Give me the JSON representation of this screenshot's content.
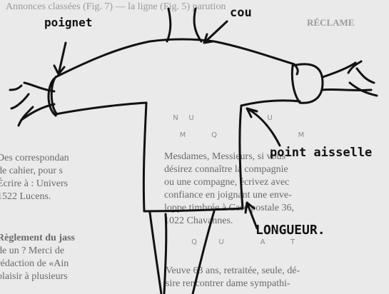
{
  "labels": {
    "wrist": "poignet",
    "neck": "cou",
    "armpit": "point aisselle",
    "length": "LONGUEUR."
  },
  "background_text": {
    "top": "Annonces classées (Fig. 7) — la ligne (Fig. 5) parution",
    "top_right": "RÉCLAME",
    "left_1": "Des correspondan",
    "left_2": "de cahier, pour s",
    "left_3": "Écrire à : Univers",
    "left_4": "1522 Lucens.",
    "left_5": "Règlement du jass",
    "left_6": "de un ? Merci de",
    "left_7": "rédaction de «Ain",
    "left_8": "plaisir à plusieurs",
    "mid_1": "Mesdames, Messieurs, si vous",
    "mid_2": "désirez connaître la compagnie",
    "mid_3": "ou une compagne, écrivez avec",
    "mid_4": "confiance en joignant une enve-",
    "mid_5": "loppe timbrée à Case postale 36,",
    "mid_6": "1022 Chavannes.",
    "bottom_1": "Veuve 63 ans, retraitée, seule, dé-",
    "bottom_2": "sire rencontrer dame sympathi-",
    "grid_letters": [
      "N",
      "U",
      "M",
      "Q",
      "U",
      "M",
      "Q",
      "U",
      "A",
      "T"
    ]
  },
  "colors": {
    "ink": "#111111",
    "paper": "#eaeaea"
  }
}
